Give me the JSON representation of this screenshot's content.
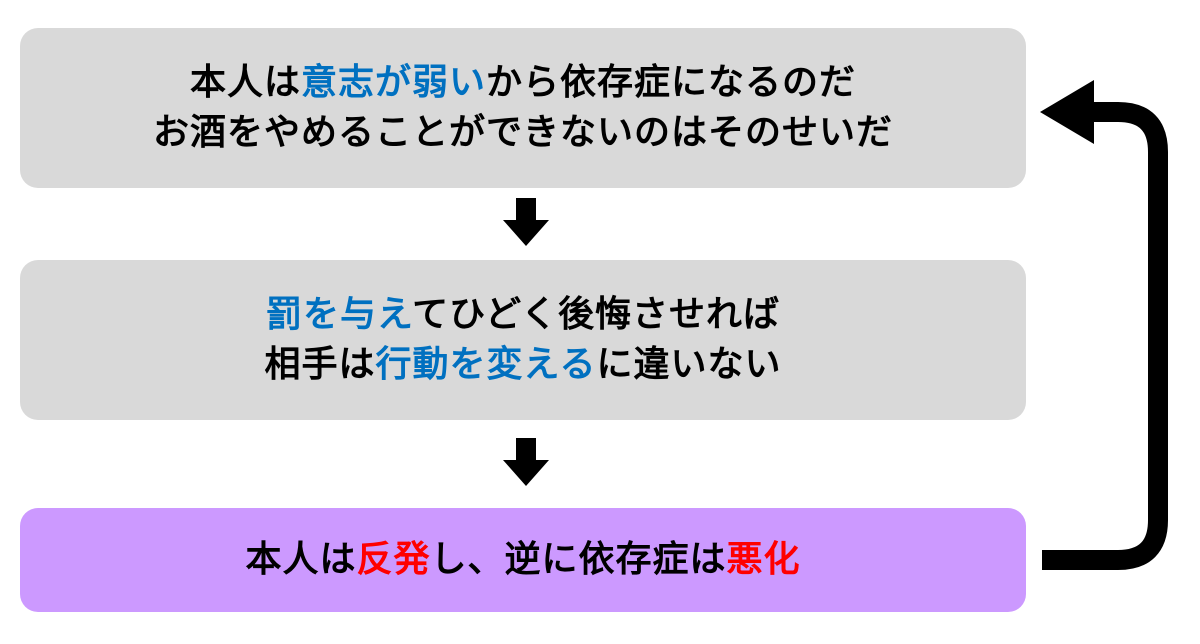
{
  "colors": {
    "box_gray": "#d9d9d9",
    "box_purple": "#cc99ff",
    "text": "#000000",
    "highlight_blue": "#0070c0",
    "highlight_red": "#ff0000",
    "arrow": "#000000"
  },
  "boxes": [
    {
      "id": "box1",
      "lines": [
        [
          {
            "text": "本人は",
            "style": "normal"
          },
          {
            "text": "意志が弱い",
            "style": "blue"
          },
          {
            "text": "から依存症になるのだ",
            "style": "normal"
          }
        ],
        [
          {
            "text": "お酒をやめることができないのはそのせいだ",
            "style": "normal"
          }
        ]
      ]
    },
    {
      "id": "box2",
      "lines": [
        [
          {
            "text": "罰を与え",
            "style": "blue"
          },
          {
            "text": "てひどく後悔させれば",
            "style": "normal"
          }
        ],
        [
          {
            "text": "相手は",
            "style": "normal"
          },
          {
            "text": "行動を変える",
            "style": "blue"
          },
          {
            "text": "に違いない",
            "style": "normal"
          }
        ]
      ]
    },
    {
      "id": "box3",
      "lines": [
        [
          {
            "text": "本人は",
            "style": "normal"
          },
          {
            "text": "反発",
            "style": "red"
          },
          {
            "text": "し、逆に依存症は",
            "style": "normal"
          },
          {
            "text": "悪化",
            "style": "red"
          }
        ]
      ]
    }
  ]
}
